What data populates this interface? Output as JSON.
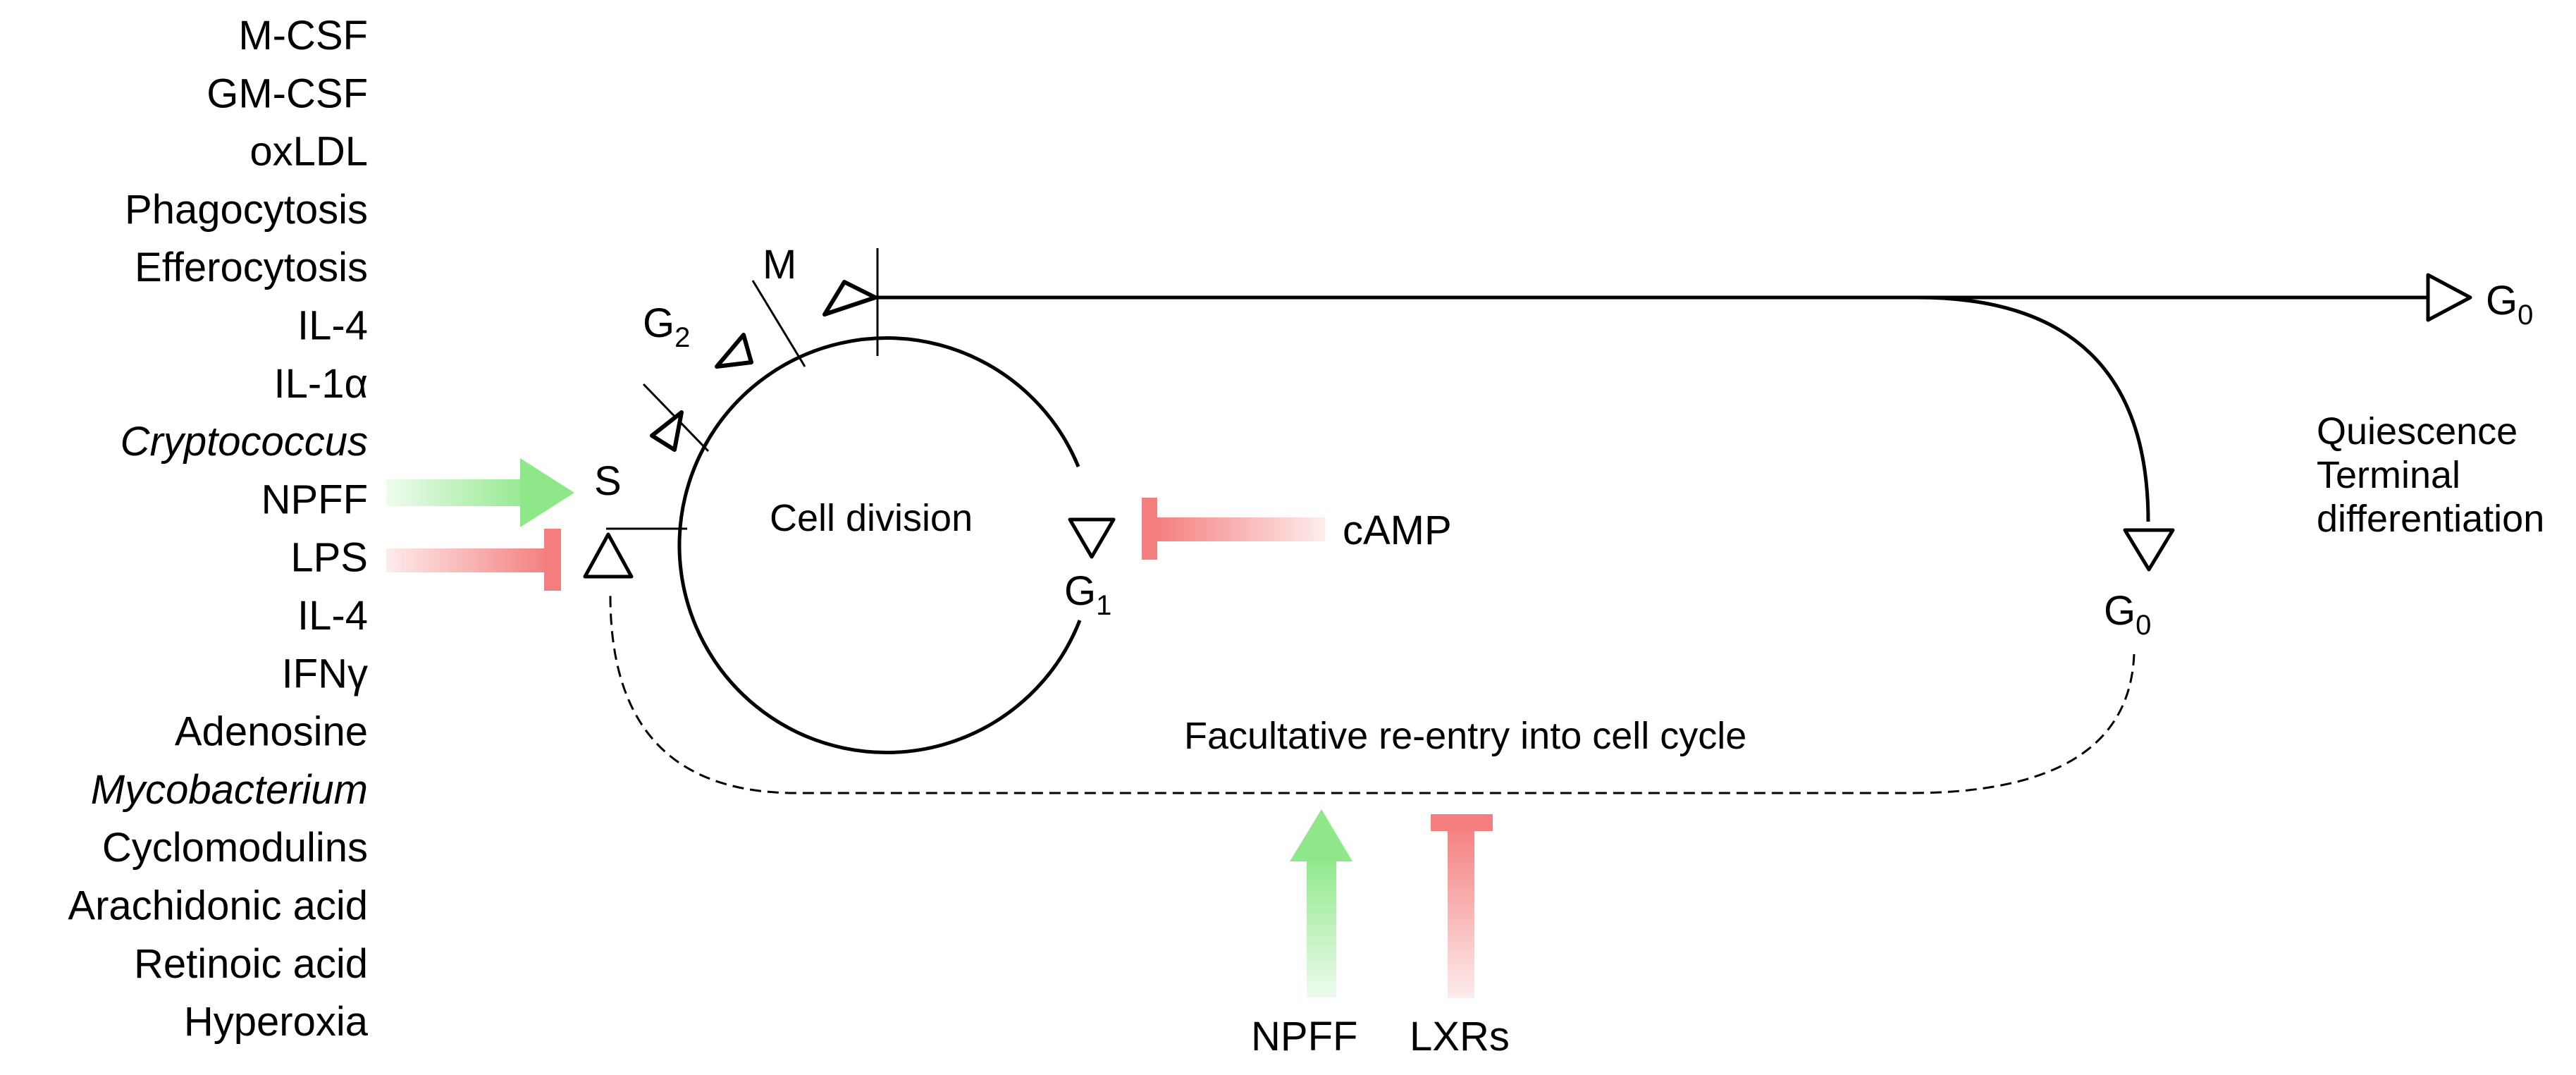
{
  "left_factors": [
    {
      "text": "M-CSF",
      "italic": false
    },
    {
      "text": "GM-CSF",
      "italic": false
    },
    {
      "text": "oxLDL",
      "italic": false
    },
    {
      "text": "Phagocytosis",
      "italic": false
    },
    {
      "text": "Efferocytosis",
      "italic": false
    },
    {
      "text": "IL-4",
      "italic": false
    },
    {
      "text": "IL-1α",
      "italic": false
    },
    {
      "text": "Cryptococcus",
      "italic": true
    },
    {
      "text": "NPFF",
      "italic": false
    },
    {
      "text": "LPS",
      "italic": false
    },
    {
      "text": "IL-4",
      "italic": false
    },
    {
      "text": "IFNγ",
      "italic": false
    },
    {
      "text": "Adenosine",
      "italic": false
    },
    {
      "text": "Mycobacterium",
      "italic": true
    },
    {
      "text": "Cyclomodulins",
      "italic": false
    },
    {
      "text": "Arachidonic acid",
      "italic": false
    },
    {
      "text": "Retinoic acid",
      "italic": false
    },
    {
      "text": "Hyperoxia",
      "italic": false
    }
  ],
  "phases": {
    "m": "M",
    "g2_letter": "G",
    "g2_sub": "2",
    "s": "S",
    "g1_letter": "G",
    "g1_sub": "1",
    "g0_letter": "G",
    "g0_sub": "0",
    "g0_right_letter": "G",
    "g0_right_sub": "0"
  },
  "labels": {
    "cell_division": "Cell division",
    "camp": "cAMP",
    "reentry": "Facultative re-entry into cell cycle",
    "quiescence": "Quiescence",
    "terminal": "Terminal",
    "differentiation": "differentiation",
    "npff_bottom": "NPFF",
    "lxrs": "LXRs"
  },
  "colors": {
    "activate": "#8ee88a",
    "inhibit": "#f47f7f",
    "line": "#000000"
  }
}
